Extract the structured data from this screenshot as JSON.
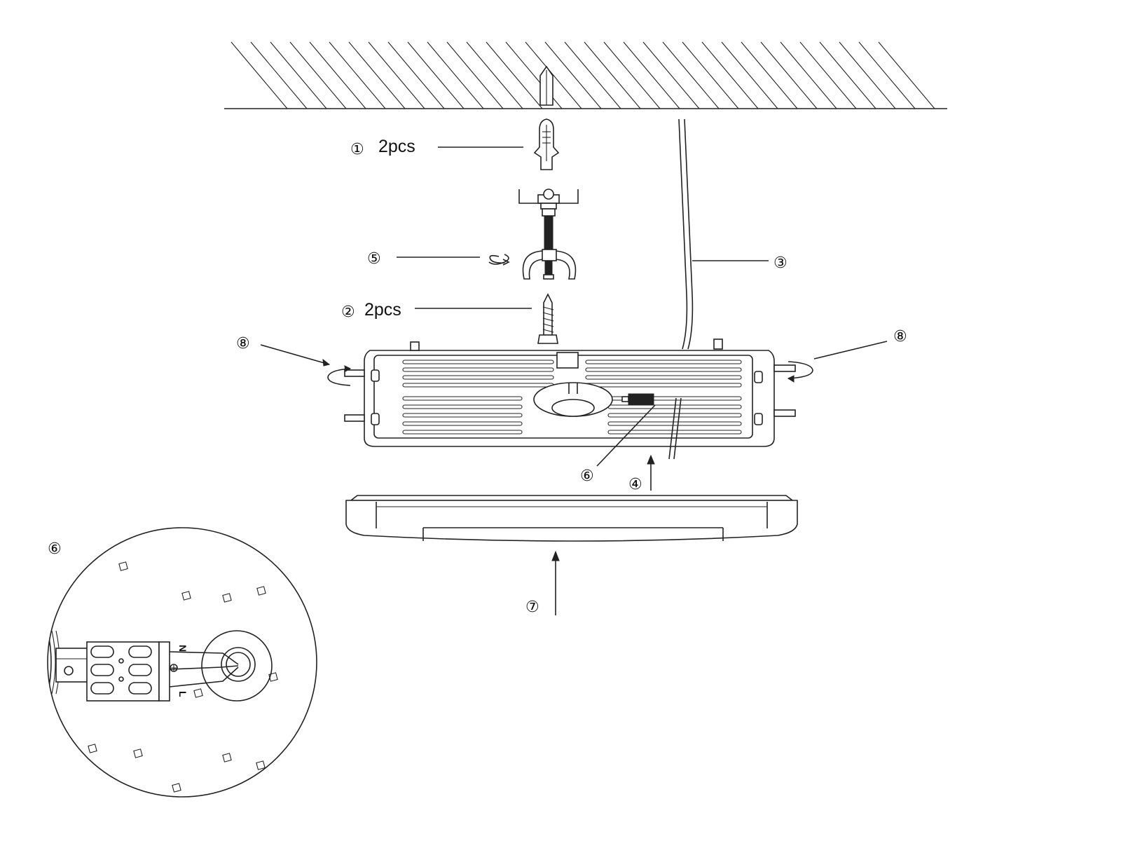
{
  "callouts": {
    "c1": {
      "marker": "①",
      "text": "2pcs"
    },
    "c2": {
      "marker": "②",
      "text": "2pcs"
    },
    "c3": {
      "marker": "③"
    },
    "c4": {
      "marker": "④"
    },
    "c5": {
      "marker": "⑤"
    },
    "c6": {
      "marker": "⑥"
    },
    "c7": {
      "marker": "⑦"
    },
    "c8": {
      "marker": "⑧"
    }
  },
  "detail": {
    "marker": "⑥",
    "terminal_n": "N",
    "terminal_l": "L"
  },
  "colors": {
    "line": "#222222",
    "background": "#ffffff"
  }
}
